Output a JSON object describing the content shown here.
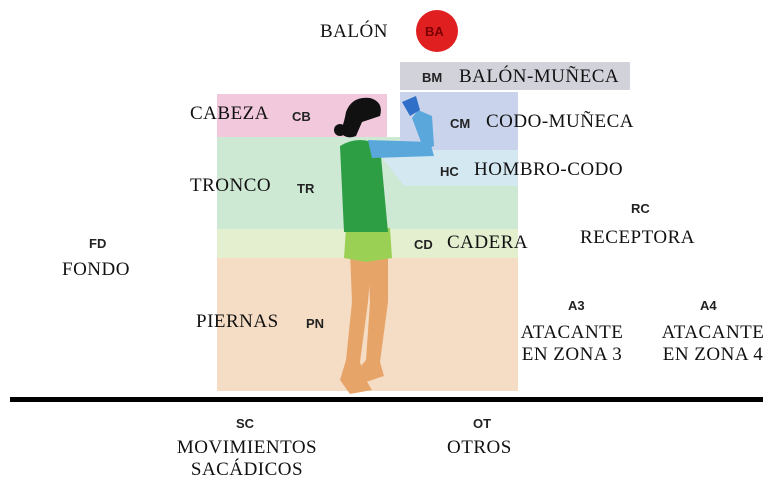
{
  "zones": {
    "ball": {
      "name": "BALÓN",
      "code": "BA"
    },
    "ball_wrist": {
      "name": "BALÓN-MUÑECA",
      "code": "BM"
    },
    "head": {
      "name": "CABEZA",
      "code": "CB"
    },
    "elbow_wrist": {
      "name": "CODO-MUÑECA",
      "code": "CM"
    },
    "trunk": {
      "name": "TRONCO",
      "code": "TR"
    },
    "shoulder_elbow": {
      "name": "HOMBRO-CODO",
      "code": "HC"
    },
    "hip": {
      "name": "CADERA",
      "code": "CD"
    },
    "legs": {
      "name": "PIERNAS",
      "code": "PN"
    }
  },
  "off_body": {
    "background": {
      "code": "FD",
      "name": "FONDO"
    },
    "receiver": {
      "code": "RC",
      "name": "RECEPTORA"
    },
    "attacker3": {
      "code": "A3",
      "line1": "ATACANTE",
      "line2": "EN ZONA 3"
    },
    "attacker4": {
      "code": "A4",
      "line1": "ATACANTE",
      "line2": "EN ZONA 4"
    },
    "saccades": {
      "code": "SC",
      "line1": "MOVIMIENTOS",
      "line2": "SACÁDICOS"
    },
    "others": {
      "code": "OT",
      "name": "OTROS"
    }
  },
  "colors": {
    "head": "#f2c9dc",
    "ball_wrist": "#d2d2da",
    "elbow_wrist": "#c9d3ec",
    "trunk": "#cde8d3",
    "shoulder_elbow": "#d4e8f2",
    "hip": "#e4efd0",
    "legs": "#f5dcc4",
    "ball": "#e02020",
    "shirt": "#2e9e45",
    "shorts": "#9ad154",
    "skin": "#e7a469",
    "sleeve": "#5aa7dc",
    "hand": "#2f6fc8",
    "hair": "#111111",
    "floor": "#000000"
  }
}
